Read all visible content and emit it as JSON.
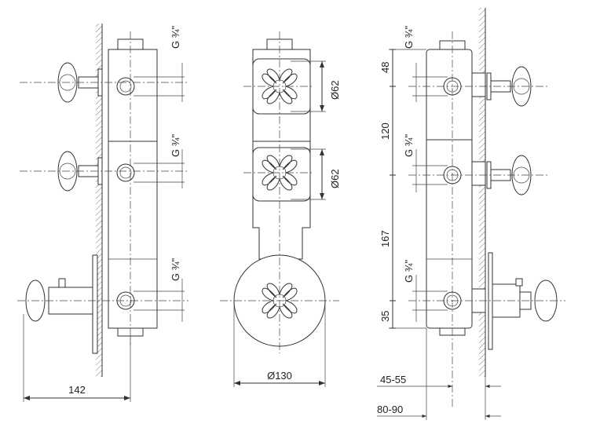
{
  "thread_label": "G ¾\"",
  "left_view": {
    "depth_dim": "142",
    "thread_labels": [
      "G ¾\"",
      "G ¾\"",
      "G ¾\""
    ]
  },
  "front_view": {
    "rosette_dims": [
      "Ø62",
      "Ø62"
    ],
    "plate_dim": "Ø130"
  },
  "right_view": {
    "vertical_dims": [
      "48",
      "120",
      "167",
      "35"
    ],
    "thread_labels": [
      "G ¾\"",
      "G ¾\"",
      "G ¾\""
    ],
    "wall_dims": [
      "45-55",
      "80-90"
    ]
  }
}
